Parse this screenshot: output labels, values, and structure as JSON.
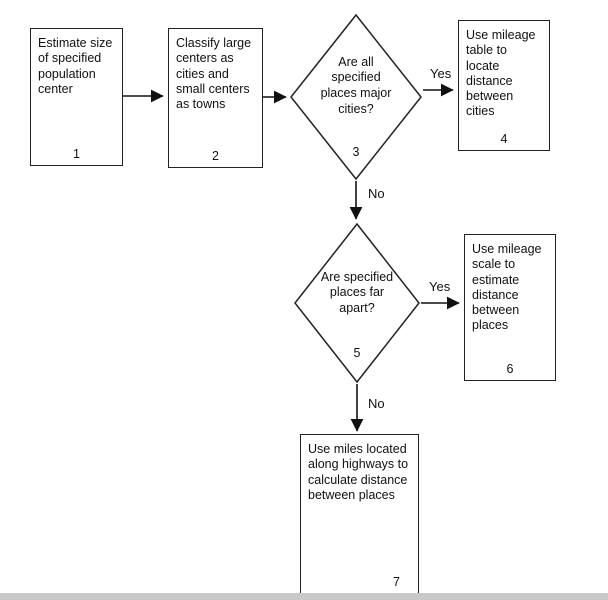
{
  "nodes": {
    "n1": {
      "label": "Estimate size of specified population center",
      "number": "1"
    },
    "n2": {
      "label": "Classify large centers as cities and small centers as towns",
      "number": "2"
    },
    "n3": {
      "label": "Are all specified places major cities?",
      "number": "3"
    },
    "n4": {
      "label": "Use mileage table to locate distance between cities",
      "number": "4"
    },
    "n5": {
      "label": "Are specified places far apart?",
      "number": "5"
    },
    "n6": {
      "label": "Use mileage scale to estimate distance between places",
      "number": "6"
    },
    "n7": {
      "label": "Use miles located along highways to calculate distance between places",
      "number": "7"
    }
  },
  "edges": {
    "yes_3_4": "Yes",
    "no_3_5": "No",
    "yes_5_6": "Yes",
    "no_5_7": "No"
  }
}
